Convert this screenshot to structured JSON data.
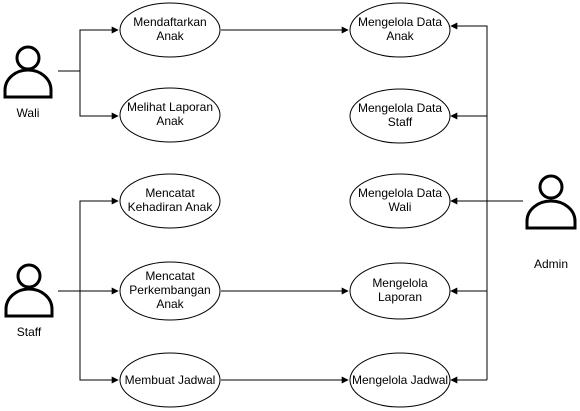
{
  "actors": {
    "wali": "Wali",
    "staff": "Staff",
    "admin": "Admin"
  },
  "use_cases": {
    "mendaftarkan_anak": [
      "Mendaftarkan",
      "Anak"
    ],
    "melihat_laporan_anak": [
      "Melihat Laporan",
      "Anak"
    ],
    "mencatat_kehadiran_anak": [
      "Mencatat",
      "Kehadiran Anak"
    ],
    "mencatat_perkembangan_anak": [
      "Mencatat",
      "Perkembangan",
      "Anak"
    ],
    "membuat_jadwal": [
      "Membuat Jadwal"
    ],
    "mengelola_data_anak": [
      "Mengelola Data",
      "Anak"
    ],
    "mengelola_data_staff": [
      "Mengelola Data",
      "Staff"
    ],
    "mengelola_data_wali": [
      "Mengelola Data",
      "Wali"
    ],
    "mengelola_laporan": [
      "Mengelola",
      "Laporan"
    ],
    "mengelola_jadwal": [
      "Mengelola Jadwal"
    ]
  }
}
